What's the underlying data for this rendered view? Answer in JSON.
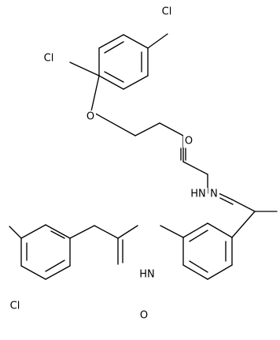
{
  "structure": {
    "atoms": {
      "cl_top": "Cl",
      "cl_left": "Cl",
      "ether_o": "O",
      "carbonyl_o_upper": "O",
      "hydrazide_n": "HN",
      "imine_n": "N",
      "amide_n": "HN",
      "cl_bottom": "Cl",
      "carbonyl_o_lower": "O"
    }
  }
}
